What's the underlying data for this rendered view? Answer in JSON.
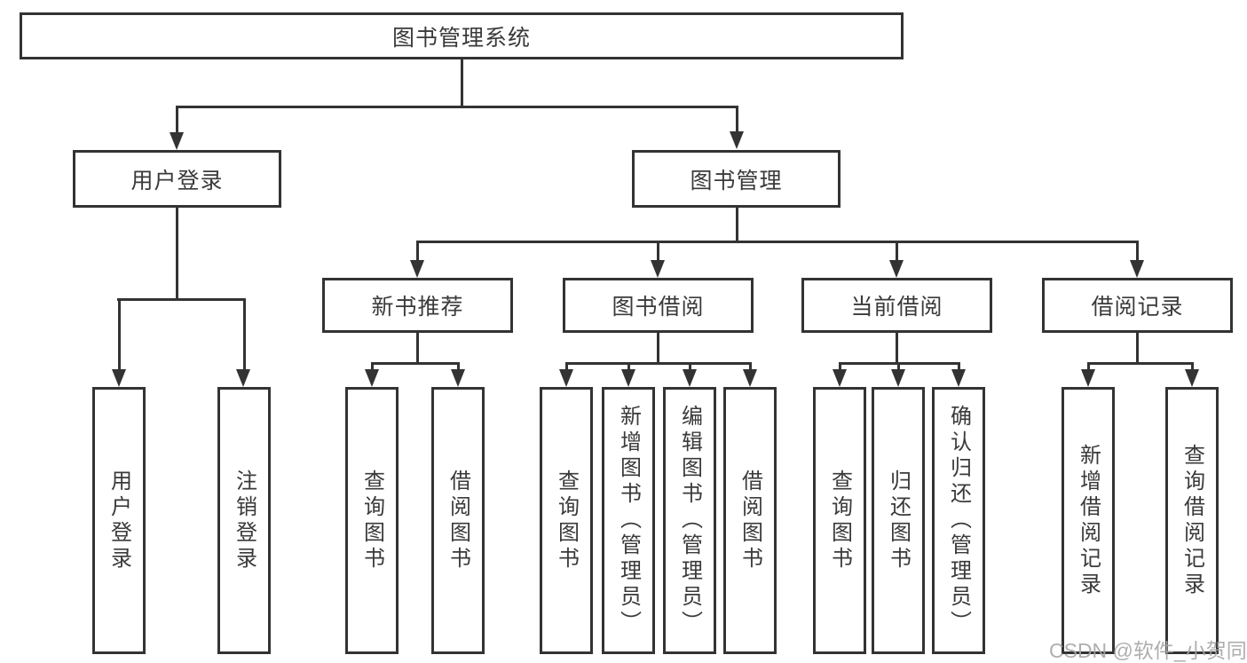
{
  "colors": {
    "line": "#333333",
    "text": "#3a3a3a",
    "watermark": "#a6a6a6",
    "background": "#ffffff"
  },
  "tree": {
    "root": "图书管理系统",
    "branches": [
      {
        "label": "用户登录",
        "leaves": [
          "用户登录",
          "注销登录"
        ]
      },
      {
        "label": "图书管理",
        "children": [
          {
            "label": "新书推荐",
            "leaves": [
              "查询图书",
              "借阅图书"
            ]
          },
          {
            "label": "图书借阅",
            "leaves": [
              "查询图书",
              "新增图书（管理员）",
              "编辑图书（管理员）",
              "借阅图书"
            ]
          },
          {
            "label": "当前借阅",
            "leaves": [
              "查询图书",
              "归还图书",
              "确认归还（管理员）"
            ]
          },
          {
            "label": "借阅记录",
            "leaves": [
              "新增借阅记录",
              "查询借阅记录"
            ]
          }
        ]
      }
    ]
  },
  "watermark": {
    "text": "CSDN @软件_小贺同学"
  }
}
